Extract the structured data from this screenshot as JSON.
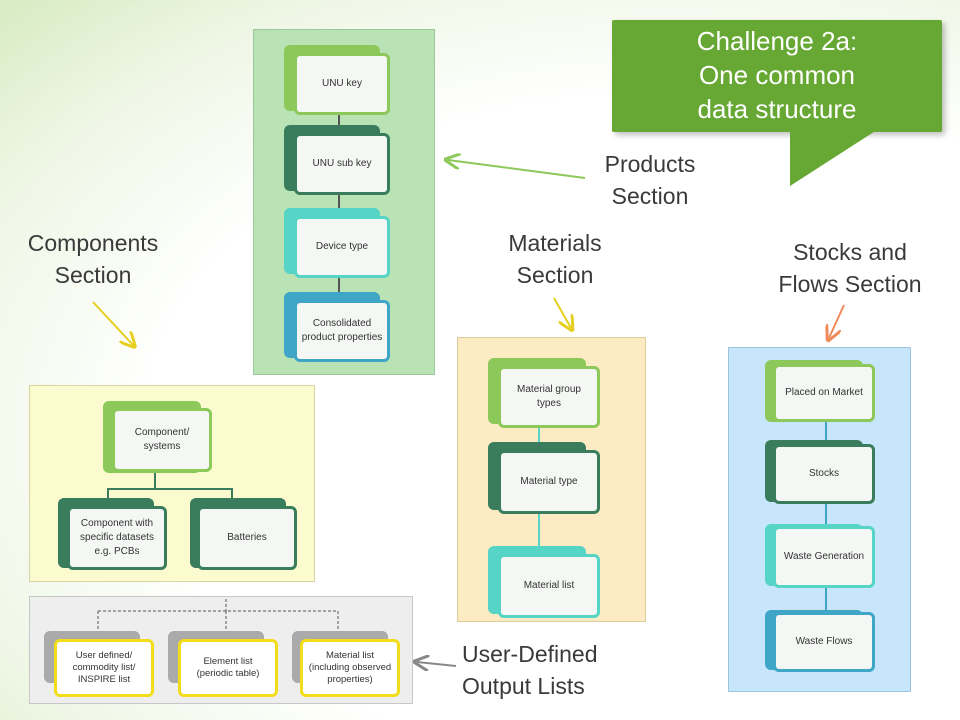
{
  "callout": {
    "lines": [
      "Challenge 2a:",
      "One common",
      "data structure"
    ],
    "color": "#66a833"
  },
  "sections": {
    "products": [
      "Products",
      "Section"
    ],
    "components": [
      "Components",
      "Section"
    ],
    "materials": [
      "Materials",
      "Section"
    ],
    "stocks": [
      "Stocks and",
      "Flows Section"
    ],
    "output": [
      "User-Defined",
      "Output Lists"
    ]
  },
  "products": {
    "nodes": [
      "UNU key",
      "UNU sub key",
      "Device type",
      "Consolidated product properties"
    ],
    "colors": [
      "#8cc85a",
      "#3a7d5c",
      "#56d4c6",
      "#3fa6c8"
    ],
    "background": "#b9e3b5"
  },
  "components": {
    "root": "Component/ systems",
    "children": [
      "Component with specific datasets e.g. PCBs",
      "Batteries"
    ],
    "colors": [
      "#8cc85a",
      "#3a7d5c"
    ],
    "background": "#fbfbcf"
  },
  "materials": {
    "nodes": [
      "Material group types",
      "Material type",
      "Material list"
    ],
    "colors": [
      "#8cc85a",
      "#3a7d5c",
      "#56d4c6"
    ],
    "background": "#fcebc3"
  },
  "stocks": {
    "nodes": [
      "Placed on Market",
      "Stocks",
      "Waste Generation",
      "Waste Flows"
    ],
    "colors": [
      "#8cc85a",
      "#3a7d5c",
      "#56d4c6",
      "#3fa6c8"
    ],
    "background": "#c8e6fb"
  },
  "output": {
    "nodes": [
      "User defined/ commodity list/ INSPIRE list",
      "Element list (periodic table)",
      "Material list (including observed properties)"
    ],
    "border_color": "#f2dd1a",
    "background": "#eeeeee"
  }
}
